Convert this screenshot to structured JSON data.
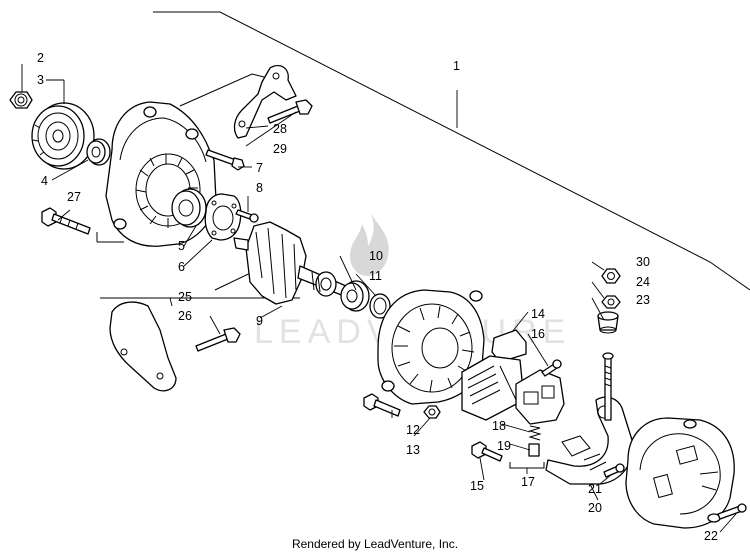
{
  "callouts": {
    "c1": "1",
    "c2": "2",
    "c3": "3",
    "c4": "4",
    "c5": "5",
    "c6": "6",
    "c7": "7",
    "c8": "8",
    "c9": "9",
    "c10": "10",
    "c11": "11",
    "c12": "12",
    "c13": "13",
    "c14": "14",
    "c15": "15",
    "c16": "16",
    "c17": "17",
    "c18": "18",
    "c19": "19",
    "c20": "20",
    "c21": "21",
    "c22": "22",
    "c23": "23",
    "c24": "24",
    "c25": "25",
    "c26": "26",
    "c27": "27",
    "c28": "28",
    "c29": "29",
    "c30": "30"
  },
  "watermark": "LEADVENTURE",
  "footer": "Rendered by LeadVenture, Inc."
}
